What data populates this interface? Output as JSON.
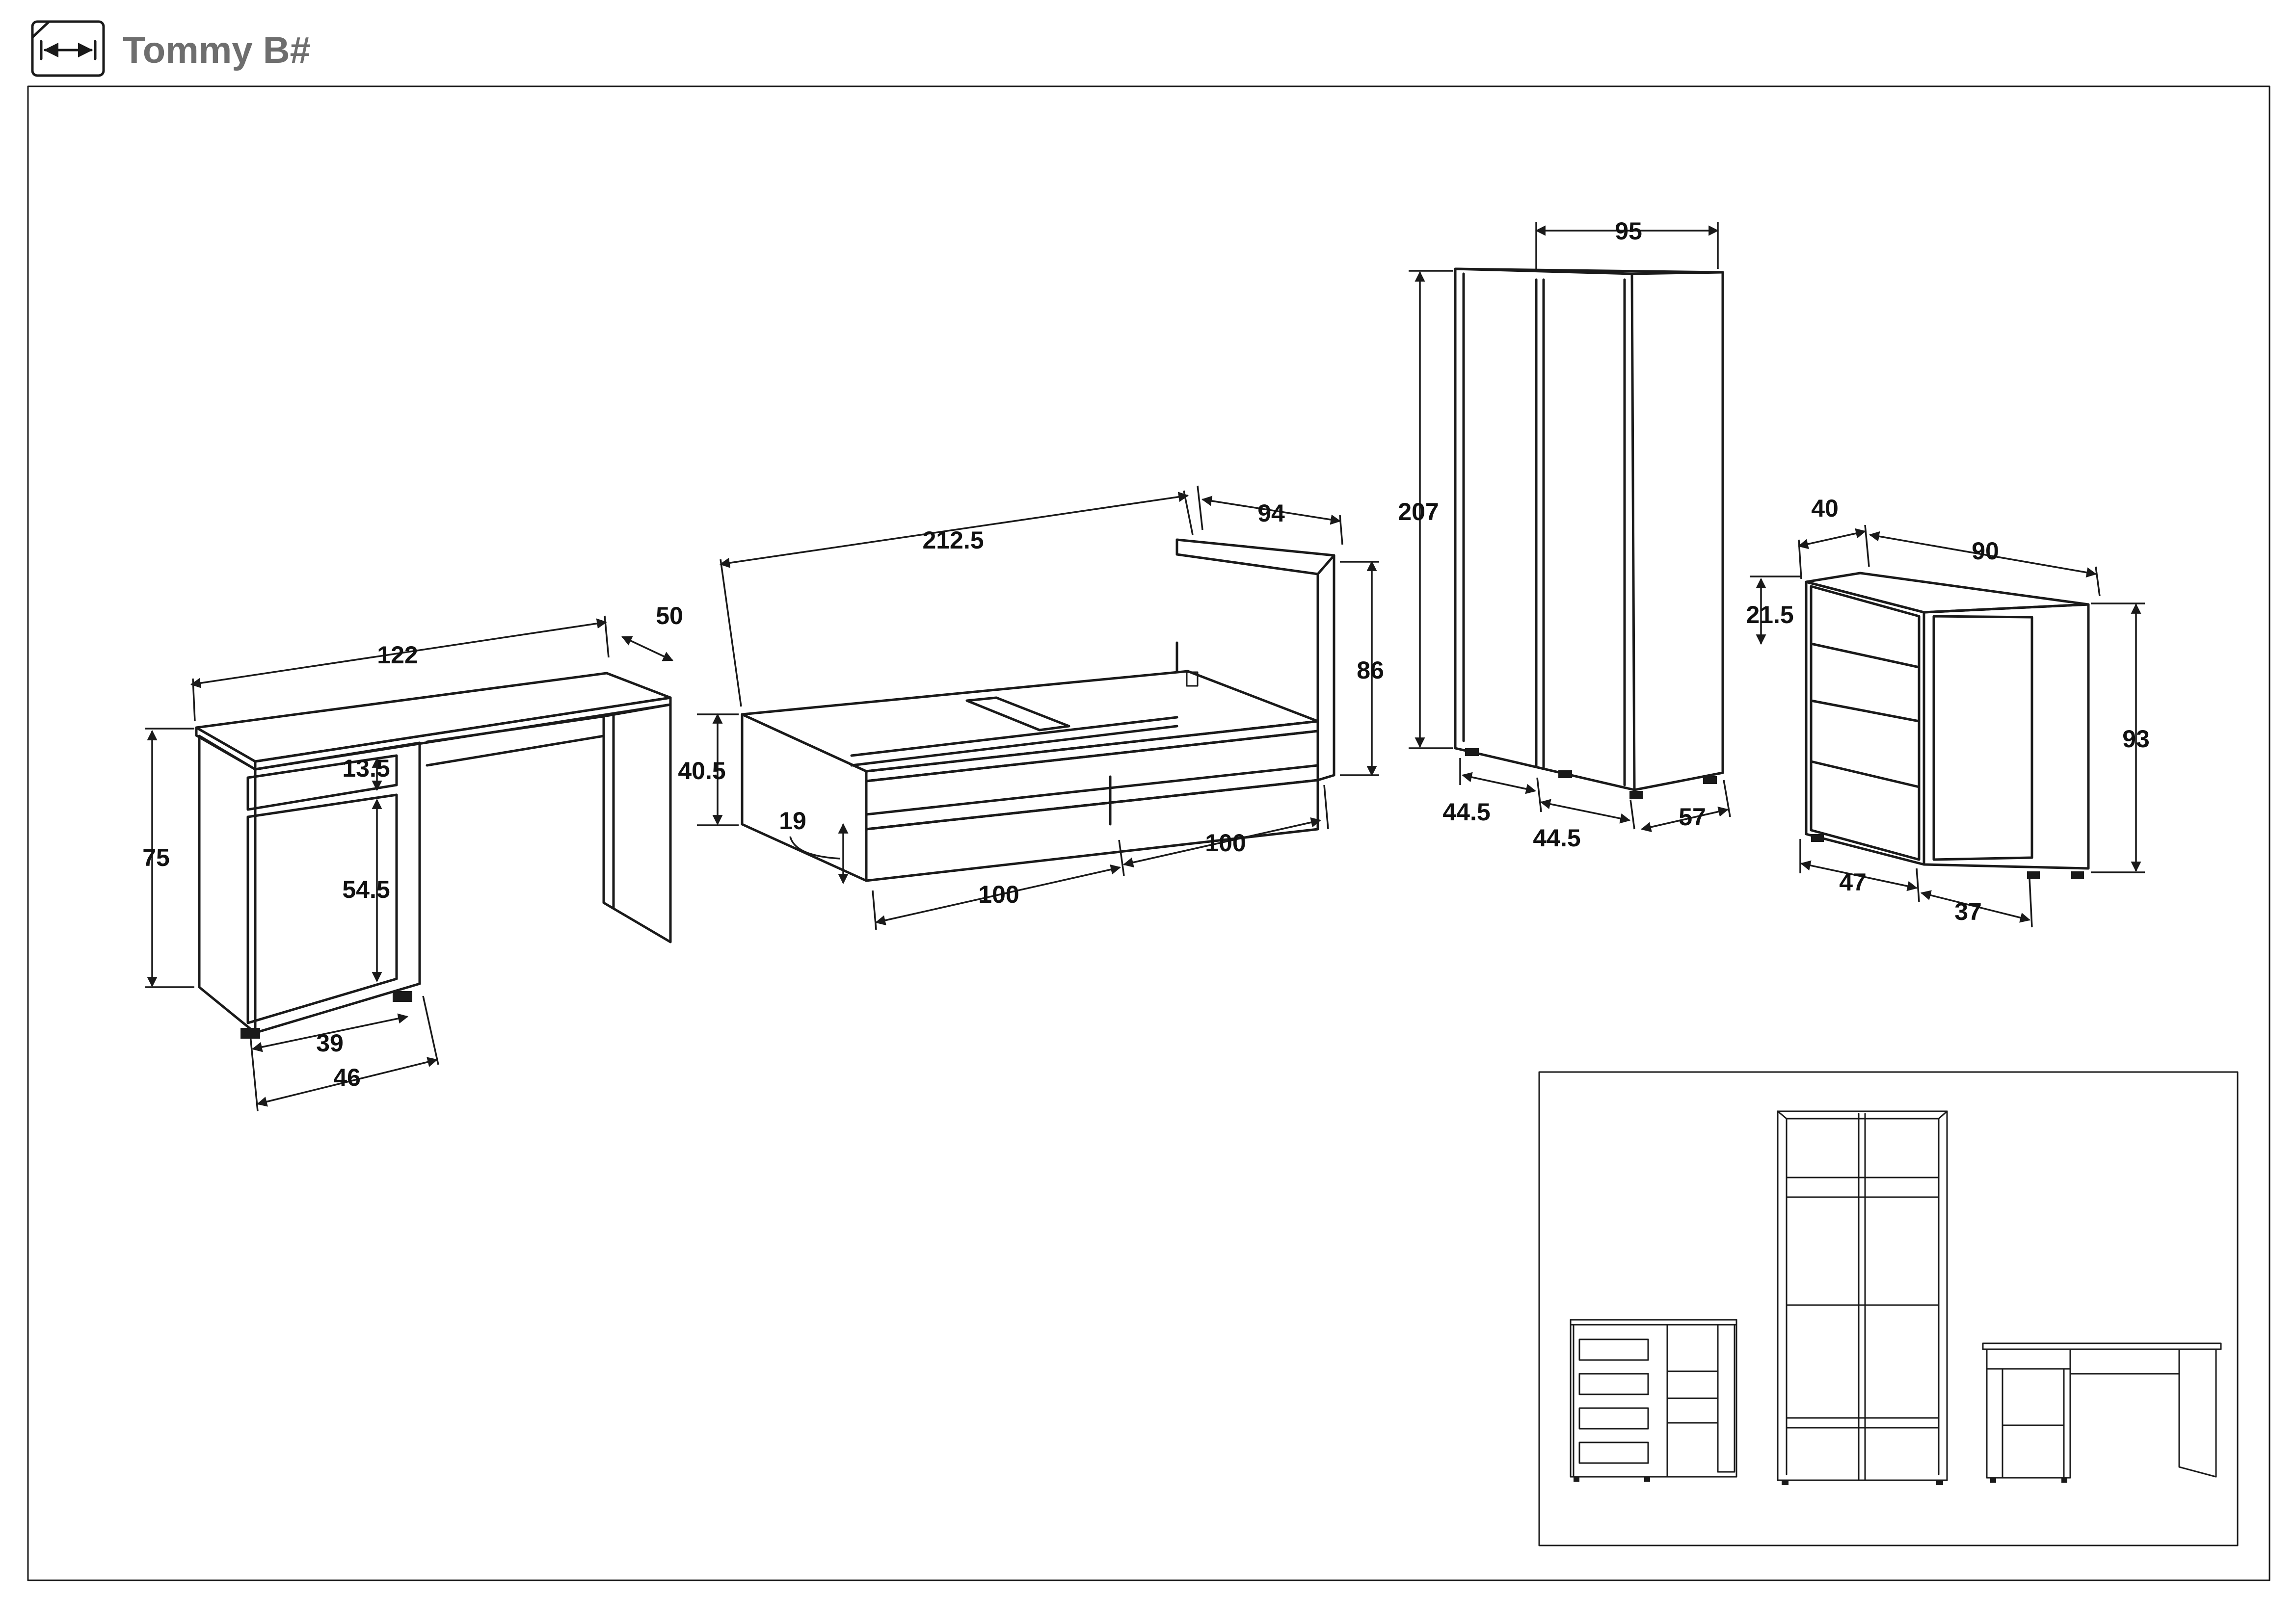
{
  "header": {
    "title": "Tommy B#",
    "icon": "width-dimension-icon"
  },
  "desk": {
    "width": "122",
    "depth": "50",
    "height": "75",
    "drawer_height": "13.5",
    "door_height": "54.5",
    "inner_width": "39",
    "pedestal_width": "46"
  },
  "bed": {
    "length": "212.5",
    "width": "94",
    "head_height": "86",
    "frame_height": "40.5",
    "drawer_height": "19",
    "drawer_1_width": "100",
    "drawer_2_width": "100"
  },
  "wardrobe": {
    "width": "95",
    "height": "207",
    "door_1_width": "44.5",
    "door_2_width": "44.5",
    "depth": "57"
  },
  "chest": {
    "depth": "40",
    "width": "90",
    "drawer_height": "21.5",
    "height": "93",
    "drawer_section_width": "47",
    "door_width": "37"
  },
  "colors": {
    "line": "#1a1a1a",
    "header_text": "#6e6e6e",
    "background": "#ffffff"
  }
}
